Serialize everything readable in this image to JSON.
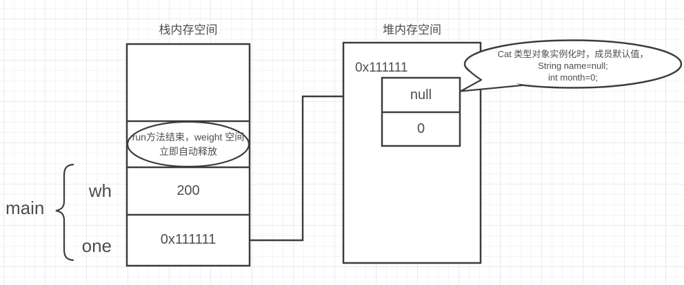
{
  "colors": {
    "line": "#3c3c3c",
    "text": "#4d4d4d",
    "background": "#ffffff",
    "grid_minor": "#f3f4f5",
    "grid_major": "#e8eaec"
  },
  "stack": {
    "title": "栈内存空间",
    "released_note": "run方法结束，weight 空间立即自动释放",
    "frame_label": "main",
    "vars": [
      {
        "name": "wh",
        "value": "200"
      },
      {
        "name": "one",
        "value": "0x111111"
      }
    ]
  },
  "heap": {
    "title": "堆内存空间",
    "object_address": "0x111111",
    "fields": [
      {
        "value": "null"
      },
      {
        "value": "0"
      }
    ]
  },
  "callout": {
    "line1": "Cat 类型对象实例化时，成员默认值，",
    "line2": "String name=null;",
    "line3": "int month=0;"
  }
}
